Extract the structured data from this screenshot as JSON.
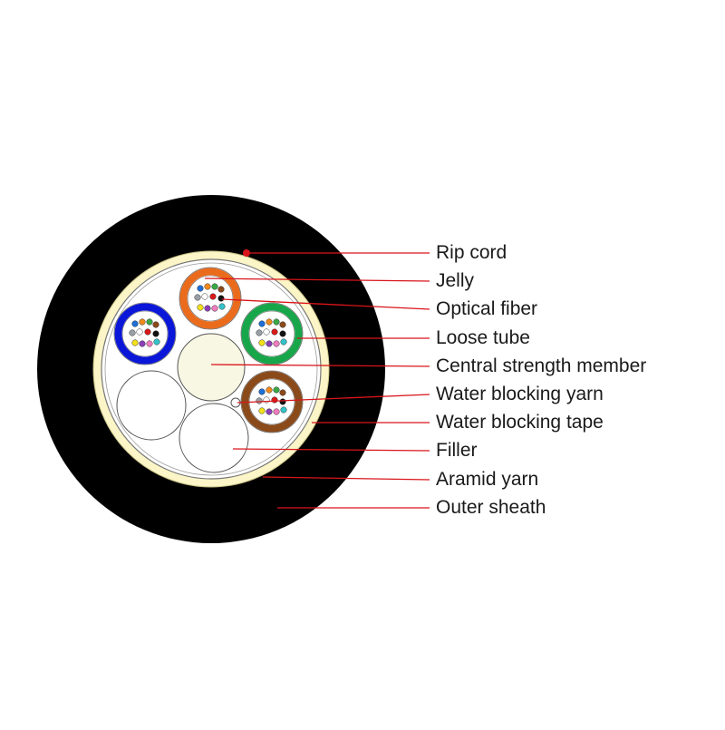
{
  "colors": {
    "sheath": "#000000",
    "aramid": "#fbf5c7",
    "aramid_edge": "#c9c288",
    "inner": "#ffffff",
    "leader": "#d9151b",
    "central_member": "#f8f7e3",
    "tube_blue": "#0a16d8",
    "tube_orange": "#ea6b1c",
    "tube_green": "#17a64a",
    "tube_brown": "#8b4a1a"
  },
  "fiber_colors": [
    "#1e6fd6",
    "#f08a1c",
    "#3aa845",
    "#8b4a1a",
    "#9aa0a6",
    "#ffffff",
    "#d91a1a",
    "#111111",
    "#f2e01a",
    "#8a3fb8",
    "#f07cbe",
    "#33c2c8"
  ],
  "labels": [
    {
      "key": "rip_cord",
      "text": "Rip cord"
    },
    {
      "key": "jelly",
      "text": "Jelly"
    },
    {
      "key": "optical_fiber",
      "text": "Optical fiber"
    },
    {
      "key": "loose_tube",
      "text": "Loose tube"
    },
    {
      "key": "central_strength_member",
      "text": "Central strength member"
    },
    {
      "key": "water_blocking_yarn",
      "text": "Water blocking yarn"
    },
    {
      "key": "water_blocking_tape",
      "text": "Water blocking tape"
    },
    {
      "key": "filler",
      "text": "Filler"
    },
    {
      "key": "aramid_yarn",
      "text": "Aramid yarn"
    },
    {
      "key": "outer_sheath",
      "text": "Outer sheath"
    }
  ]
}
